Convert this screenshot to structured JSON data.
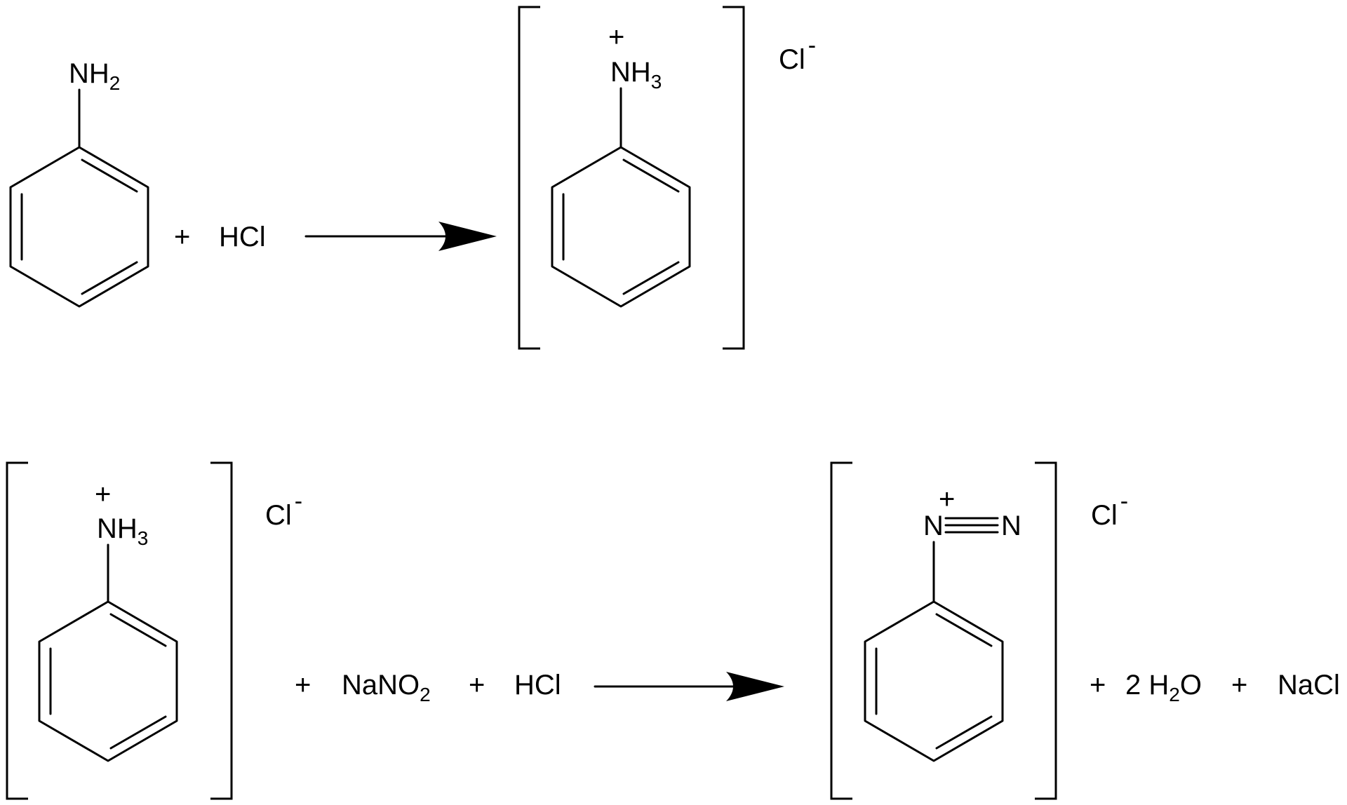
{
  "reaction_1": {
    "reactant": {
      "amino_group": "NH",
      "amino_subscript": "2"
    },
    "plus": "+",
    "reagent": "HCl",
    "product": {
      "charge": "+",
      "group": "NH",
      "group_subscript": "3",
      "counterion": "Cl",
      "counterion_charge": "-"
    }
  },
  "reaction_2": {
    "reactant": {
      "charge": "+",
      "group": "NH",
      "group_subscript": "3",
      "counterion": "Cl",
      "counterion_charge": "-"
    },
    "plus_1": "+",
    "reagent_1": "NaNO",
    "reagent_1_subscript": "2",
    "plus_2": "+",
    "reagent_2": "HCl",
    "product": {
      "n1": "N",
      "n1_charge": "+",
      "n2": "N",
      "counterion": "Cl",
      "counterion_charge": "-"
    },
    "byproducts": {
      "plus_1": "+",
      "water_coeff": "2 H",
      "water_subscript": "2",
      "water_suffix": "O",
      "plus_2": "+",
      "salt": "NaCl"
    }
  }
}
